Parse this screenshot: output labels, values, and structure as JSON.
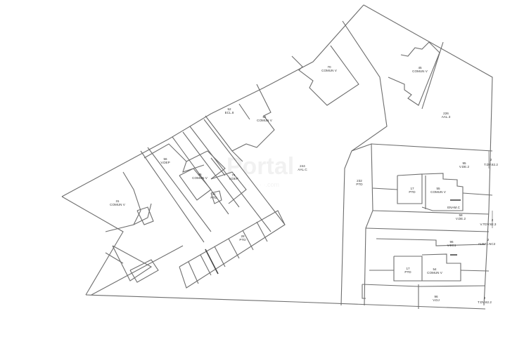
{
  "diagram": {
    "type": "cadastral-site-plan",
    "watermark": {
      "title": "Portal",
      "subtitle": "· · · · · ·.com"
    },
    "parcels": [
      {
        "id": "p1",
        "num": "70",
        "use": "COMUN V"
      },
      {
        "id": "p2",
        "num": "45",
        "use": "COMUN V"
      },
      {
        "id": "p3",
        "num": "226",
        "use": "AAL.3"
      },
      {
        "id": "p4",
        "num": "52",
        "use": "ECL.8"
      },
      {
        "id": "p5",
        "num": "61",
        "use": "COMUN V"
      },
      {
        "id": "p6",
        "num": "56",
        "use": "V.DEP"
      },
      {
        "id": "p7",
        "num": "45",
        "use": "COMUN V"
      },
      {
        "id": "p8",
        "num": "74",
        "use": "V.DEP"
      },
      {
        "id": "p9",
        "num": "31",
        "use": "PTD"
      },
      {
        "id": "p10",
        "num": "244",
        "use": "AAL.C"
      },
      {
        "id": "p11",
        "num": "31",
        "use": "COMUN V"
      },
      {
        "id": "p12",
        "num": "28",
        "use": "PTD"
      },
      {
        "id": "p13",
        "num": "232",
        "use": "PTD"
      },
      {
        "id": "p14",
        "num": "95",
        "use": "V.DE.2"
      },
      {
        "id": "p15",
        "num": "17",
        "use": "PTD"
      },
      {
        "id": "p16",
        "num": "55",
        "use": "COMUN V"
      },
      {
        "id": "p17",
        "num": "58",
        "use": "V.DE.2"
      },
      {
        "id": "p18",
        "num": "96",
        "use": "V.EC1"
      },
      {
        "id": "p19",
        "num": "17",
        "use": "PTD"
      },
      {
        "id": "p20",
        "num": "54",
        "use": "COMUN V"
      },
      {
        "id": "p21",
        "num": "96",
        "use": "V.DJ"
      }
    ],
    "edge_marks": [
      {
        "id": "e1",
        "num": "2",
        "text": "T.DV.82.2"
      },
      {
        "id": "e2",
        "num": "2",
        "text": "V.TDV.82.3"
      },
      {
        "id": "e3",
        "num": "2",
        "text": "ALEZ1.NC2"
      },
      {
        "id": "e4",
        "num": "2",
        "text": "T.DV.82.2"
      }
    ],
    "small_notes": [
      {
        "id": "n1",
        "text": "ENAM.C"
      }
    ]
  }
}
